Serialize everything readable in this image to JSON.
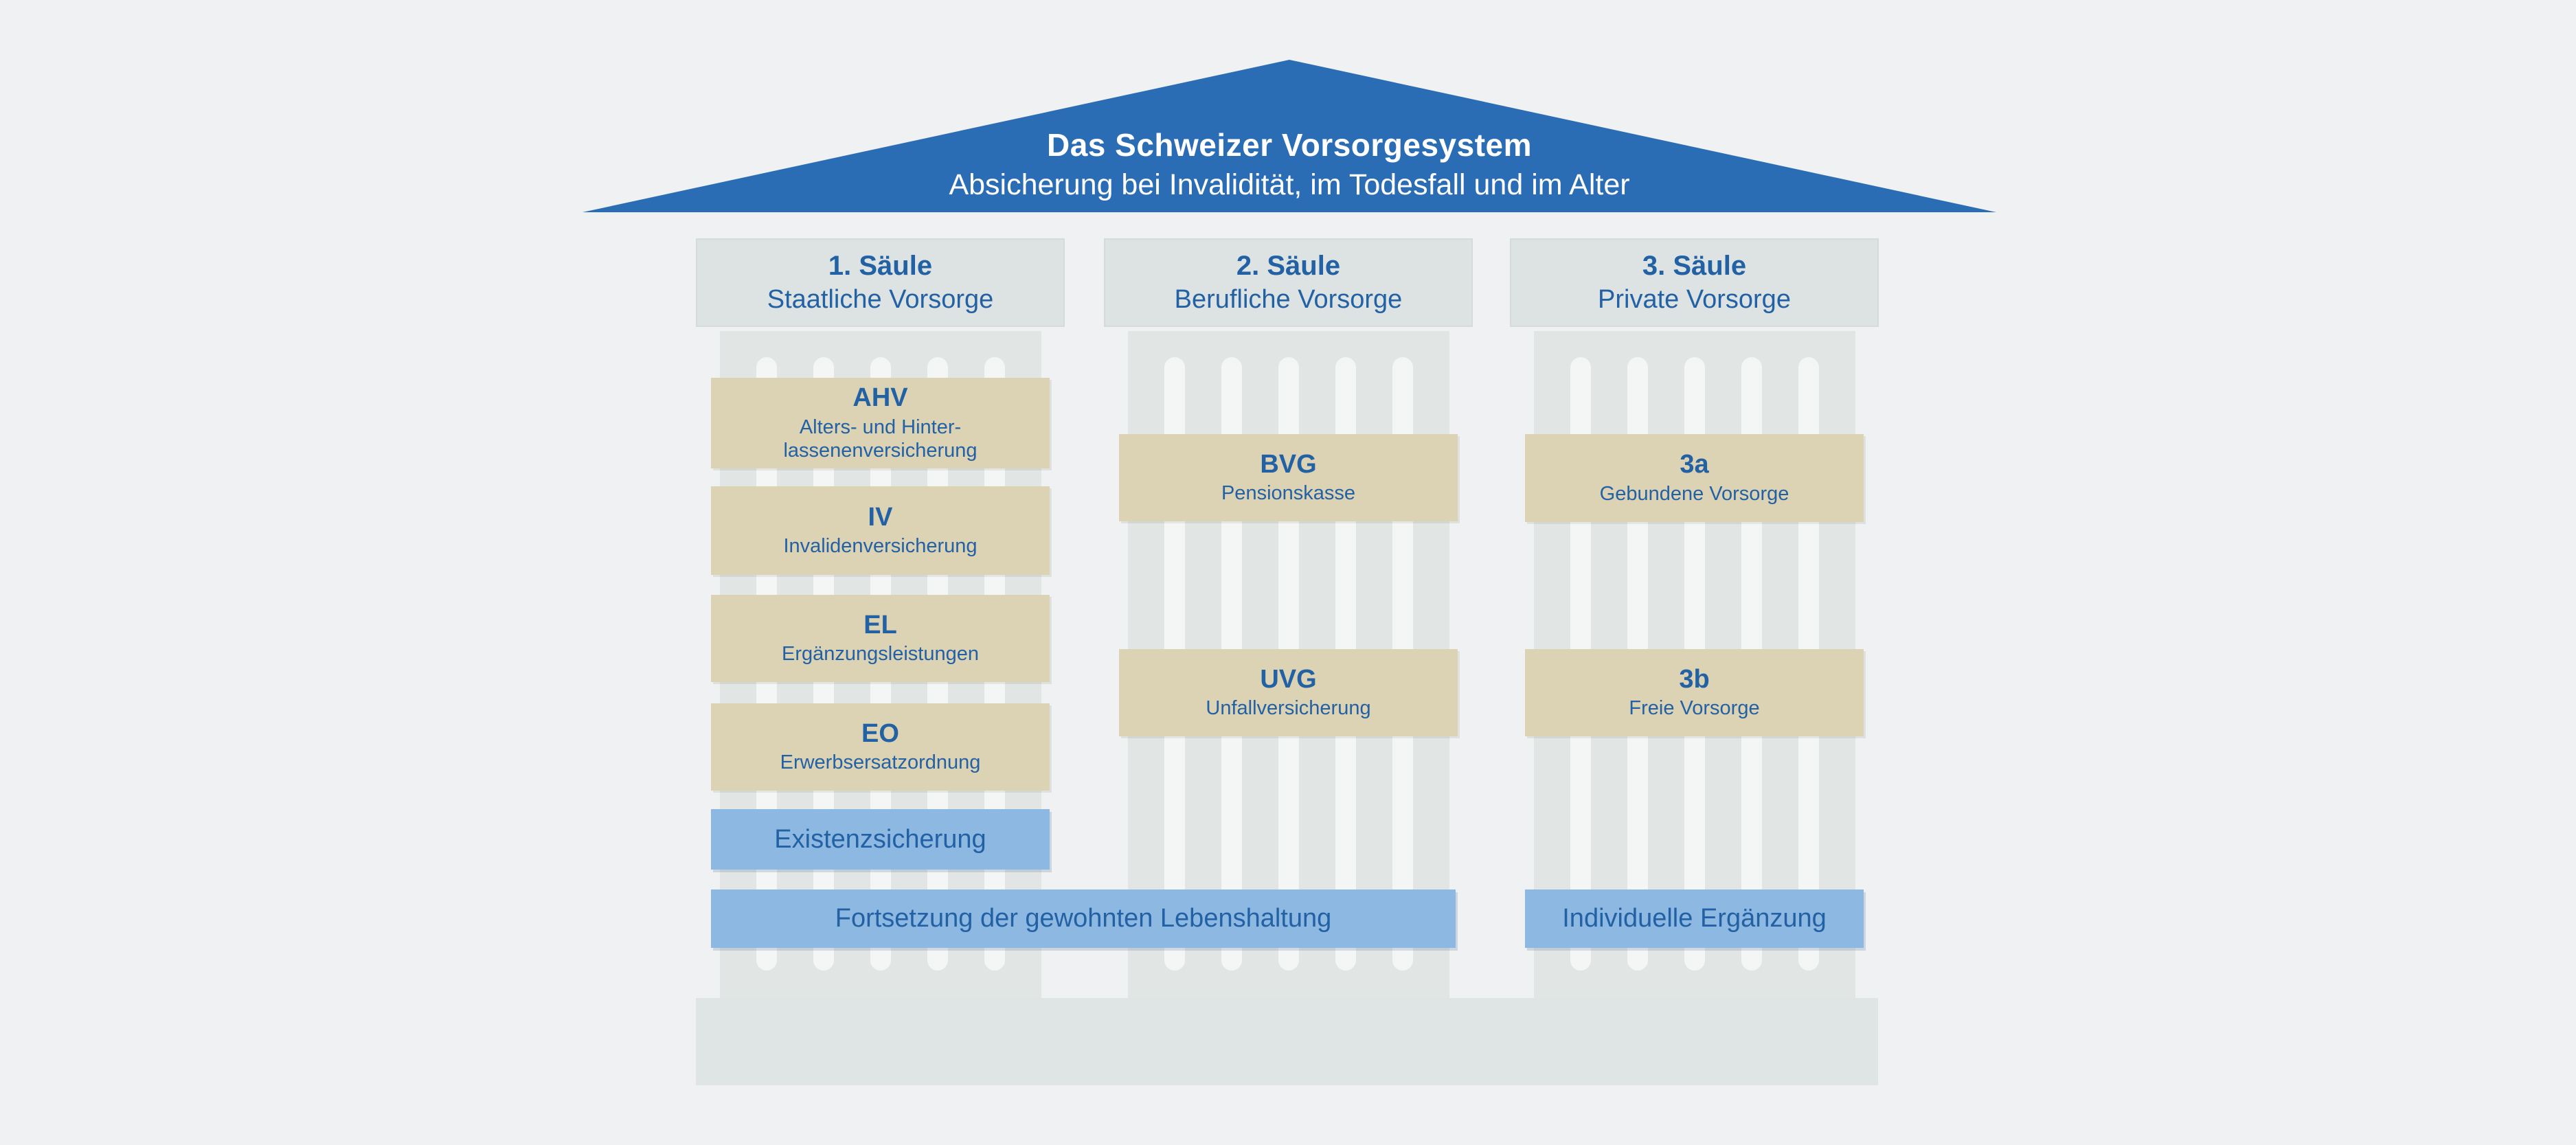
{
  "roof": {
    "title": "Das Schweizer Vorsorgesystem",
    "subtitle": "Absicherung bei Invalidität, im Todesfall und im Alter"
  },
  "pillars": [
    {
      "name": "1. Säule",
      "subtitle": "Staatliche Vorsorge",
      "boxes": [
        {
          "abbr": "AHV",
          "desc": "Alters- und Hinter-\nlassenenversicherung"
        },
        {
          "abbr": "IV",
          "desc": "Invalidenversicherung"
        },
        {
          "abbr": "EL",
          "desc": "Ergänzungsleistungen"
        },
        {
          "abbr": "EO",
          "desc": "Erwerbsersatzordnung"
        }
      ],
      "highlight": "Existenzsicherung"
    },
    {
      "name": "2. Säule",
      "subtitle": "Berufliche Vorsorge",
      "boxes": [
        {
          "abbr": "BVG",
          "desc": "Pensionskasse"
        },
        {
          "abbr": "UVG",
          "desc": "Unfallversicherung"
        }
      ]
    },
    {
      "name": "3. Säule",
      "subtitle": "Private Vorsorge",
      "boxes": [
        {
          "abbr": "3a",
          "desc": "Gebundene Vorsorge"
        },
        {
          "abbr": "3b",
          "desc": "Freie Vorsorge"
        }
      ],
      "highlight": "Individuelle Ergänzung"
    }
  ],
  "banner": {
    "text": "Fortsetzung der gewohnten Lebenshaltung"
  },
  "colors": {
    "background": "#eff1f2",
    "roof": "#2b6db4",
    "roof_text": "#ffffff",
    "pillar_header": "#dde3e2",
    "column": "#e1e6e5",
    "flute": "#f4f6f6",
    "box_tan": "#dcd2b4",
    "box_blue": "#8db8e1",
    "text_blue": "#2361a5",
    "foundation": "#dfe5e4"
  }
}
